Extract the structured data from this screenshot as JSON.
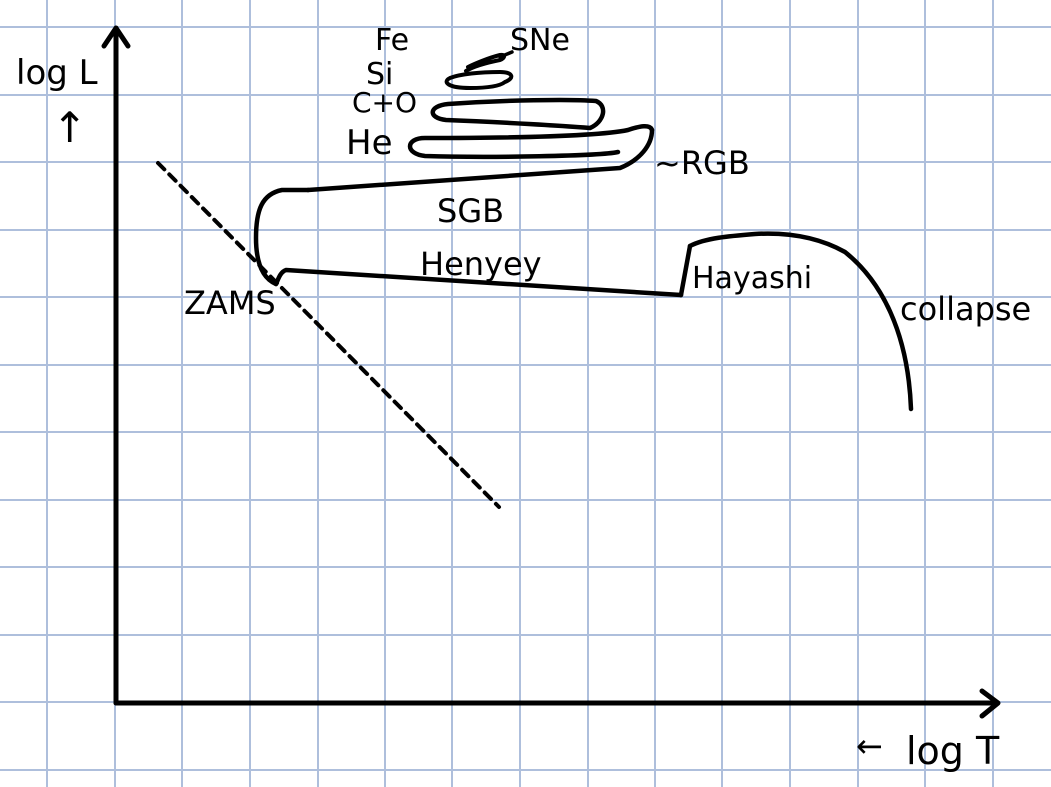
{
  "axes": {
    "y_label": "log L",
    "y_arrow": "↑",
    "x_label": "log T",
    "x_arrow": "←"
  },
  "labels": {
    "fe": "Fe",
    "sne": "SNe",
    "si": "Si",
    "co": "C+O",
    "he": "He",
    "rgb": "~RGB",
    "sgb": "SGB",
    "henyey": "Henyey",
    "hayashi": "Hayashi",
    "zams": "ZAMS",
    "collapse": "collapse"
  },
  "colors": {
    "grid": "#aebfdc",
    "ink": "#000000",
    "background": "#ffffff"
  }
}
